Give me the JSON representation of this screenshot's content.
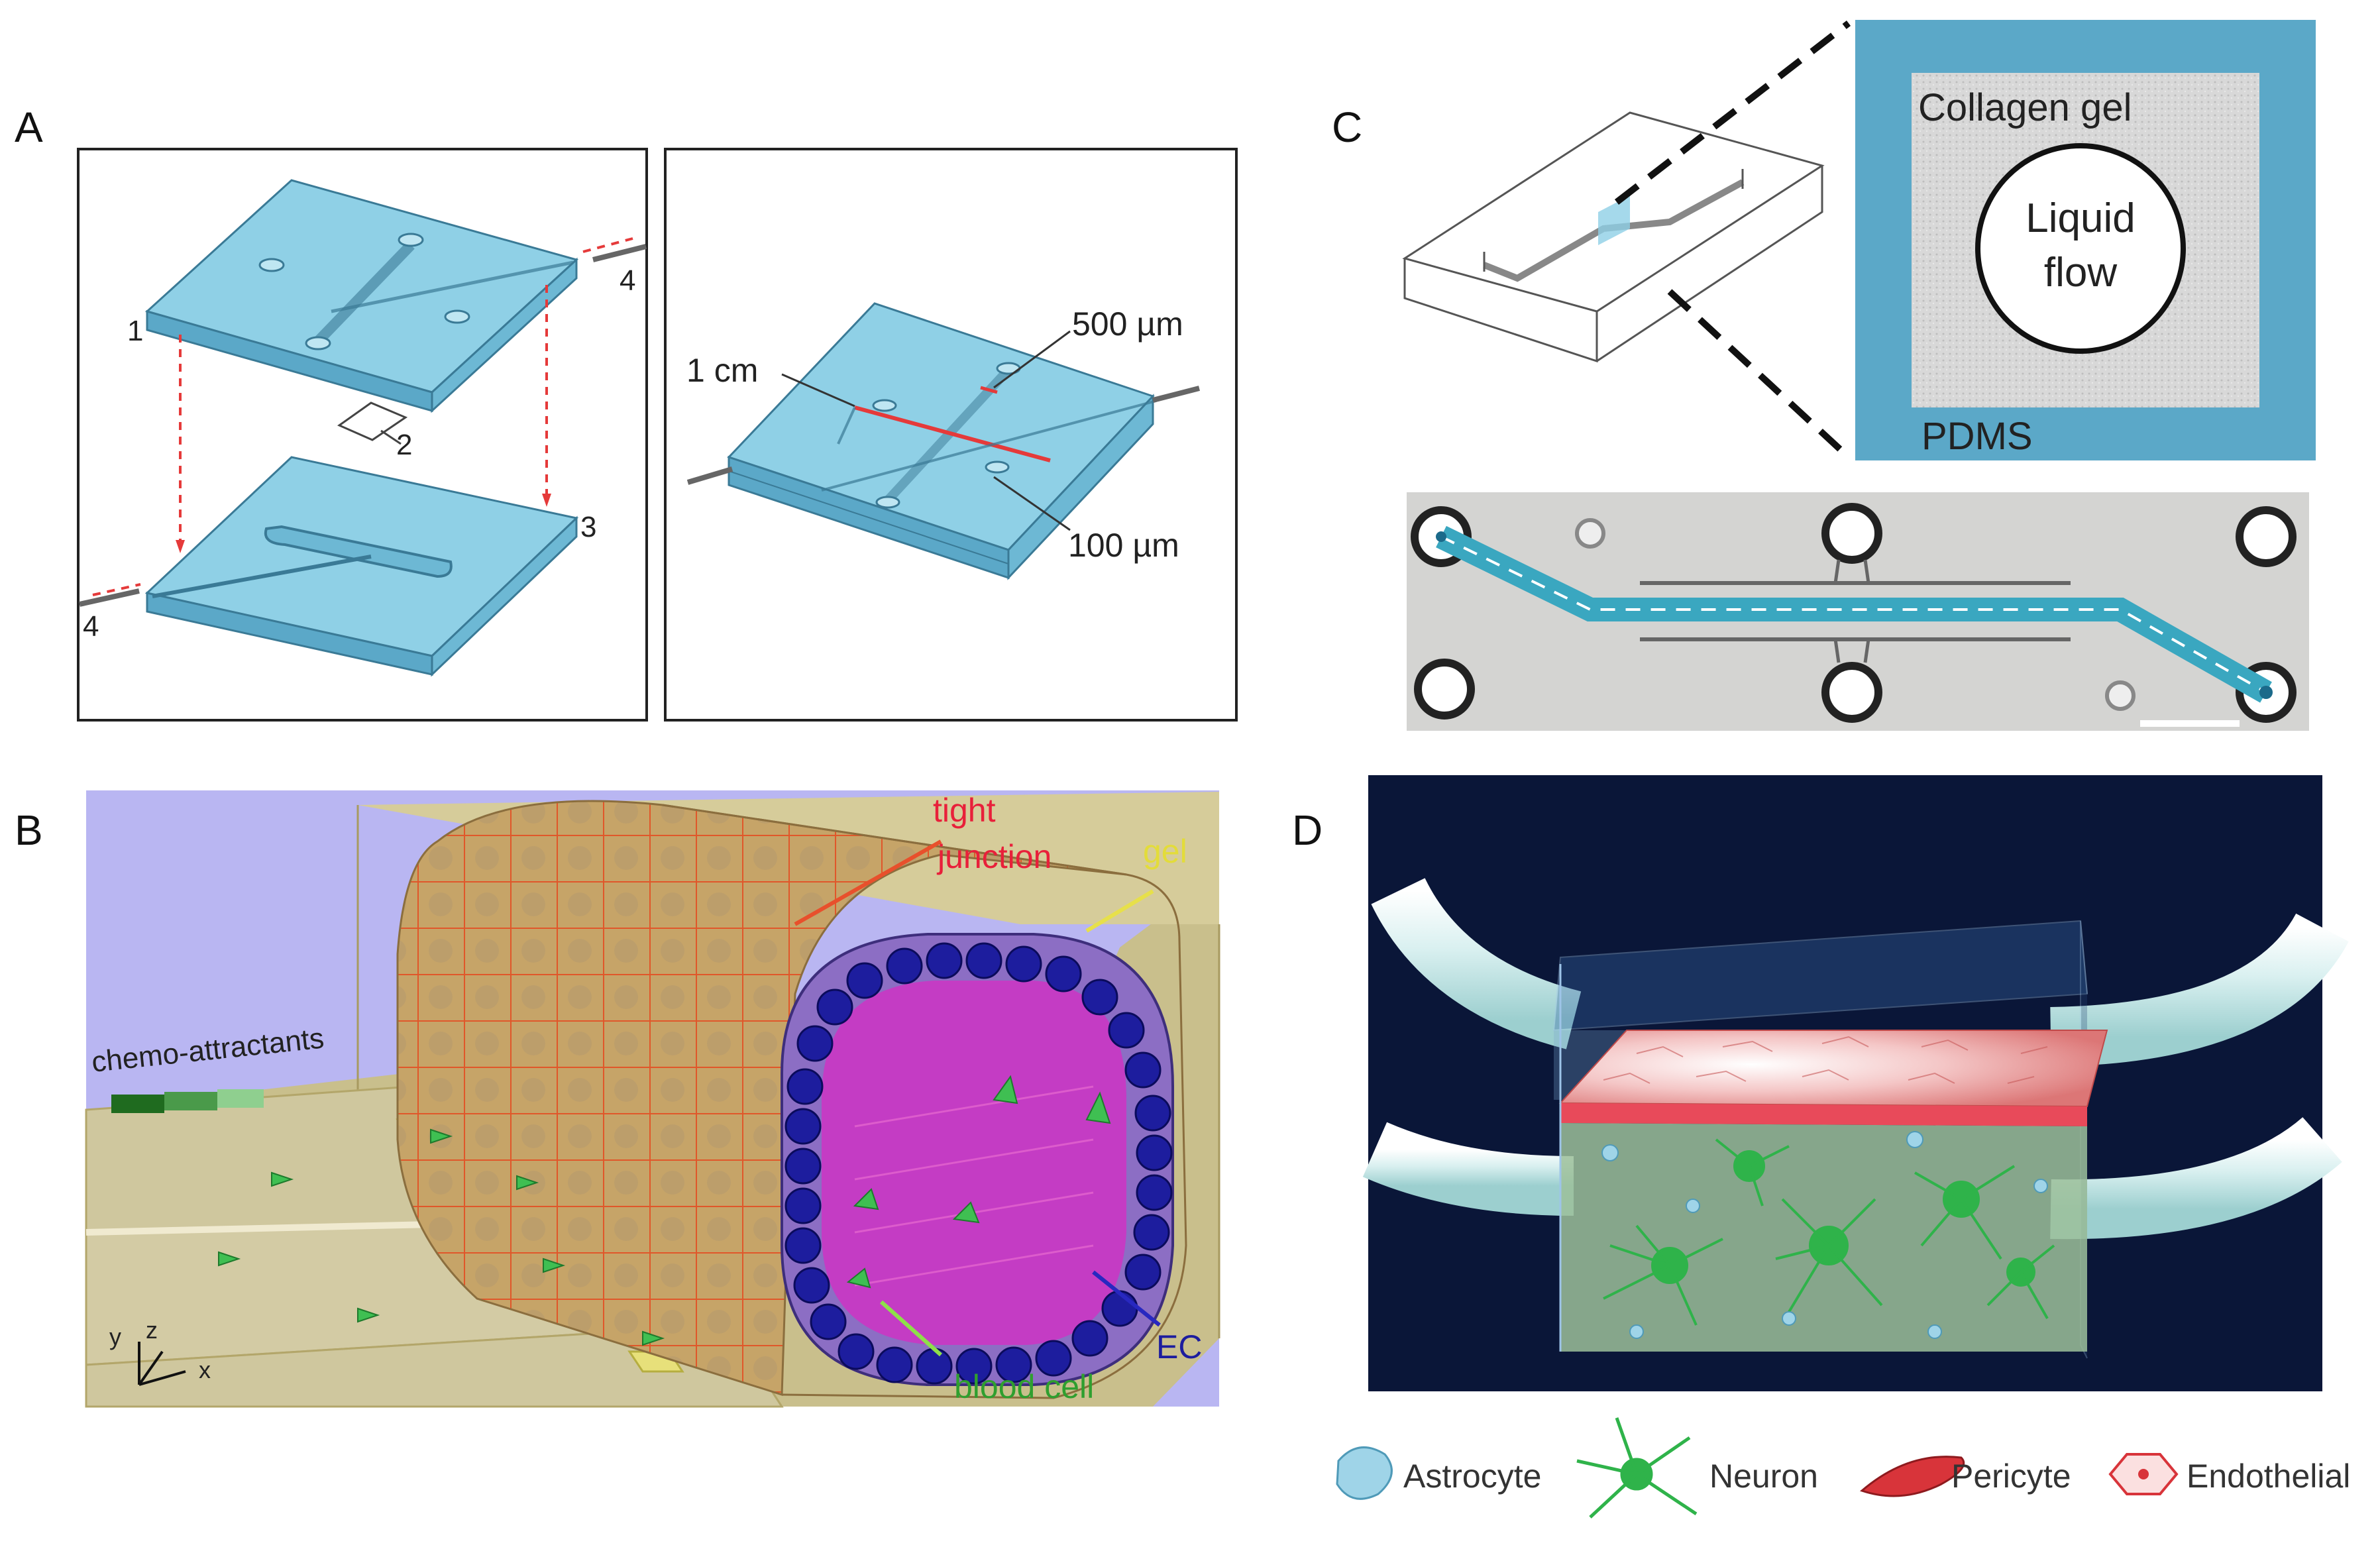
{
  "panels": {
    "a": {
      "letter": "A",
      "parts": [
        "1",
        "2",
        "3",
        "4",
        "4"
      ],
      "dims": {
        "length": "1 cm",
        "width": "500 µm",
        "height": "100 µm"
      }
    },
    "b": {
      "letter": "B",
      "labels": {
        "tight_junction_1": "tight",
        "tight_junction_2": "junction",
        "gel": "gel",
        "chemo": "chemo-attractants",
        "ec": "EC",
        "blood_cell": "blood cell",
        "axis_y": "y",
        "axis_z": "z",
        "axis_x": "x"
      }
    },
    "c": {
      "letter": "C",
      "collagen": "Collagen gel",
      "liquid_1": "Liquid",
      "liquid_2": "flow",
      "pdms": "PDMS"
    },
    "d": {
      "letter": "D",
      "legend": [
        "Astrocyte",
        "Neuron",
        "Pericyte",
        "Endothelial"
      ]
    }
  },
  "colors": {
    "chip_blue": "#8fd0e6",
    "ec_blue": "#1d1d9e",
    "lumen_magenta": "#c43cc4",
    "junction_red": "#e8502c",
    "gel_tan": "#c9bf8c",
    "background_lavender": "#b9b6f2",
    "pdms_teal": "#5ba8c8",
    "navy": "#0a1638",
    "neuron_green": "#2fb34a",
    "pericyte_red": "#d8343a"
  }
}
